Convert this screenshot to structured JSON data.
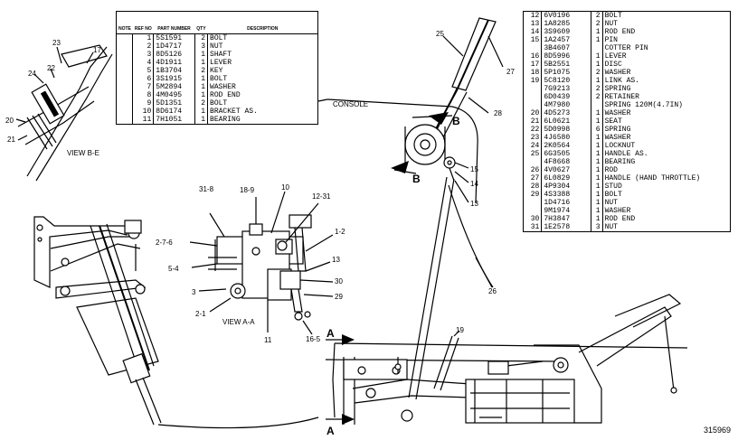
{
  "table_left": {
    "headers": [
      "NOTE",
      "REF NO",
      "PART NUMBER",
      "QTY",
      "DESCRIPTION"
    ],
    "rows": [
      [
        "",
        "1",
        "5S1591",
        "2",
        "BOLT"
      ],
      [
        "",
        "2",
        "1D4717",
        "3",
        "NUT"
      ],
      [
        "",
        "3",
        "8D5126",
        "1",
        "SHAFT"
      ],
      [
        "",
        "4",
        "4D1911",
        "1",
        "LEVER"
      ],
      [
        "",
        "5",
        "1B3704",
        "2",
        "KEY"
      ],
      [
        "",
        "6",
        "3S1915",
        "1",
        "BOLT"
      ],
      [
        "",
        "7",
        "5M2894",
        "1",
        "WASHER"
      ],
      [
        "",
        "8",
        "4M0495",
        "1",
        "ROD END"
      ],
      [
        "",
        "9",
        "5D1351",
        "2",
        "BOLT"
      ],
      [
        "",
        "10",
        "8D6174",
        "1",
        "BRACKET AS."
      ],
      [
        "",
        "11",
        "7H1051",
        "1",
        "  BEARING"
      ]
    ]
  },
  "table_right": {
    "rows": [
      [
        "12",
        "6V0196",
        "2",
        "BOLT"
      ],
      [
        "13",
        "1A8285",
        "2",
        "NUT"
      ],
      [
        "14",
        "3S9609",
        "1",
        "ROD END"
      ],
      [
        "15",
        "1A2457",
        "1",
        "PIN"
      ],
      [
        "",
        "3B4607",
        "",
        "COTTER PIN"
      ],
      [
        "16",
        "8D5996",
        "1",
        "LEVER"
      ],
      [
        "17",
        "5B2551",
        "1",
        "DISC"
      ],
      [
        "18",
        "5P1075",
        "2",
        "WASHER"
      ],
      [
        "19",
        "5C8120",
        "1",
        "LINK AS."
      ],
      [
        "",
        "7G9213",
        "2",
        "  SPRING"
      ],
      [
        "",
        "6D0439",
        "2",
        "  RETAINER"
      ],
      [
        "",
        "4M7980",
        "",
        "  SPRING 120M(4.7IN)"
      ],
      [
        "20",
        "4D5273",
        "1",
        "WASHER"
      ],
      [
        "21",
        "6L0621",
        "1",
        "SEAT"
      ],
      [
        "22",
        "5D0998",
        "6",
        "SPRING"
      ],
      [
        "23",
        "4J6580",
        "1",
        "WASHER"
      ],
      [
        "24",
        "2K0564",
        "1",
        "LOCKNUT"
      ],
      [
        "25",
        "6G3505",
        "1",
        "HANDLE AS."
      ],
      [
        "",
        "4F8668",
        "1",
        "  BEARING"
      ],
      [
        "26",
        "4V0627",
        "1",
        "ROD"
      ],
      [
        "27",
        "6L0829",
        "1",
        "HANDLE (HAND THROTTLE)"
      ],
      [
        "28",
        "4P9304",
        "1",
        "STUD"
      ],
      [
        "29",
        "4S3388",
        "1",
        "BOLT"
      ],
      [
        "",
        "1D4716",
        "1",
        "NUT"
      ],
      [
        "",
        "9M1974",
        "1",
        "WASHER"
      ],
      [
        "30",
        "7H3847",
        "1",
        "ROD END"
      ],
      [
        "31",
        "1E2578",
        "3",
        "NUT"
      ]
    ]
  },
  "labels": {
    "view_be": "VIEW B-E",
    "view_aa": "VIEW A-A",
    "console": "CONSOLE",
    "b": "B",
    "a": "A",
    "callouts": {
      "c17": "17",
      "c20": "20",
      "c21": "21",
      "c22": "22",
      "c23": "23",
      "c24": "24",
      "c31_8": "31-8",
      "c18_9": "18-9",
      "c10": "10",
      "c12_31": "12-31",
      "c2_7_6": "2-7-6",
      "c1_2": "1-2",
      "c5_4": "5-4",
      "c13b": "13",
      "c3": "3",
      "c30": "30",
      "c29": "29",
      "c2_1": "2-1",
      "c11": "11",
      "c16_5": "16-5",
      "c25": "25",
      "c27": "27",
      "c28": "28",
      "c15": "15",
      "c14": "14",
      "c13": "13",
      "c26": "26",
      "c19": "19"
    },
    "drawing_no": "315969"
  }
}
